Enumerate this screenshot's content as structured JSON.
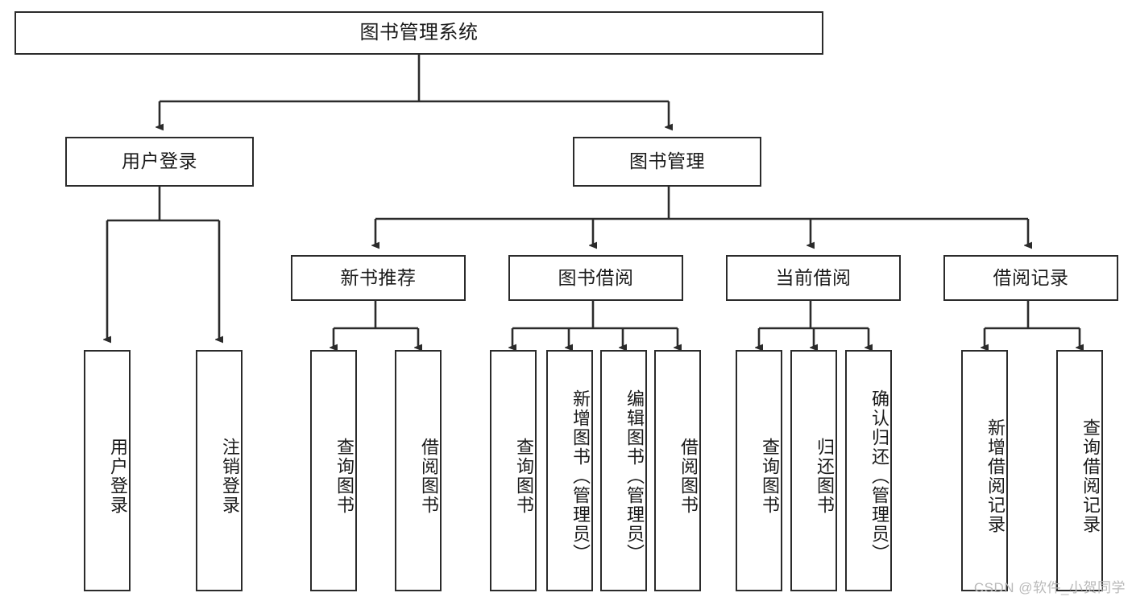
{
  "diagram": {
    "title": "图书管理系统",
    "type": "tree",
    "watermark": "CSDN @软件_小贺同学",
    "colors": {
      "border": "#2b2b2b",
      "fill": "#ffffff",
      "text": "#1a1a1a",
      "watermark": "#b9b9b9"
    },
    "levels": {
      "root": {
        "label": "图书管理系统"
      },
      "level2": [
        {
          "label": "用户登录"
        },
        {
          "label": "图书管理"
        }
      ],
      "level3": [
        {
          "label": "新书推荐"
        },
        {
          "label": "图书借阅"
        },
        {
          "label": "当前借阅"
        },
        {
          "label": "借阅记录"
        }
      ],
      "leaves_user_login": [
        {
          "label": "用户登录"
        },
        {
          "label": "注销登录"
        }
      ],
      "leaves_new_book": [
        {
          "label": "查询图书"
        },
        {
          "label": "借阅图书"
        }
      ],
      "leaves_borrow": [
        {
          "label": "查询图书"
        },
        {
          "label": "新增图书（管理员）"
        },
        {
          "label": "编辑图书（管理员）"
        },
        {
          "label": "借阅图书"
        }
      ],
      "leaves_current": [
        {
          "label": "查询图书"
        },
        {
          "label": "归还图书"
        },
        {
          "label": "确认归还（管理员）"
        }
      ],
      "leaves_records": [
        {
          "label": "新增借阅记录"
        },
        {
          "label": "查询借阅记录"
        }
      ]
    }
  }
}
